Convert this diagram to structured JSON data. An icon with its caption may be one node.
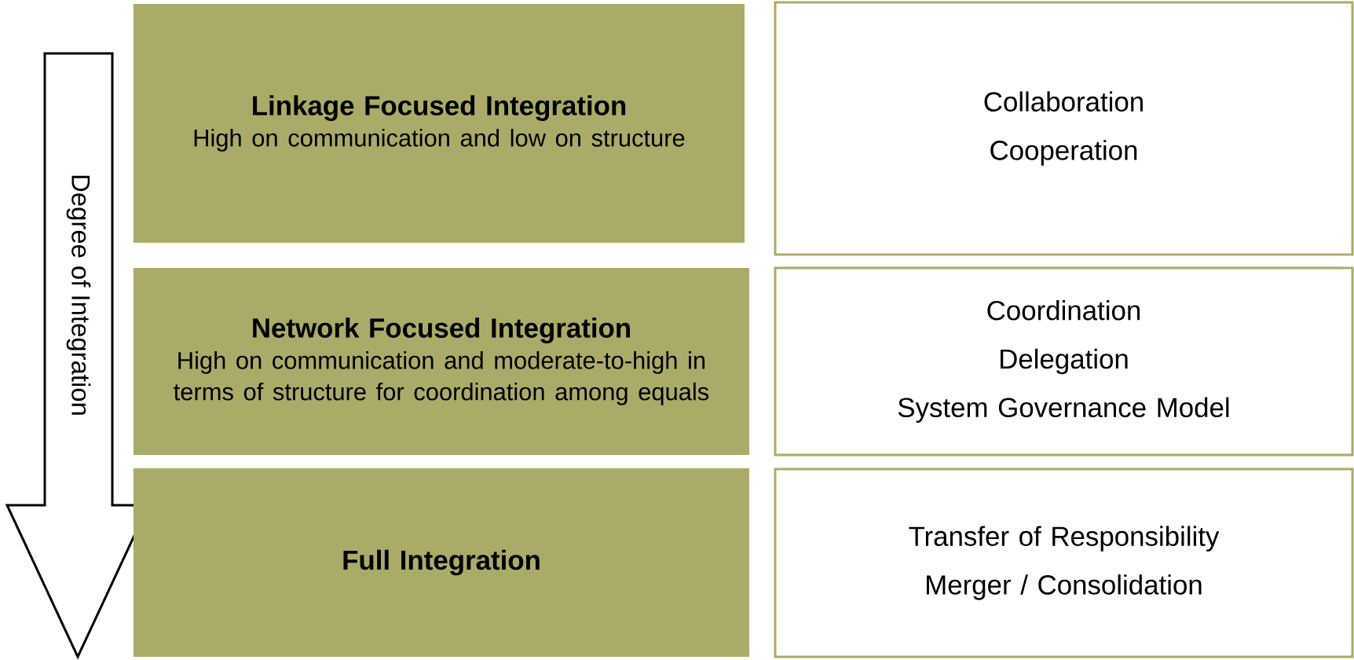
{
  "diagram": {
    "nodes": [
      {
        "text": [
          "Degree of Integration"
        ]
      },
      {
        "text": [
          "Linkage Focused Integration",
          "High on communication and low on structure"
        ]
      },
      {
        "text": [
          "Collaboration",
          "Cooperation"
        ]
      },
      {
        "text": [
          "Network Focused Integration",
          "High on communication and moderate-to-high in terms of structure for coordination among equals"
        ]
      },
      {
        "text": [
          "Coordination",
          "Delegation",
          "System Governance Model"
        ]
      },
      {
        "text": [
          "Full Integration"
        ]
      },
      {
        "text": [
          "Transfer of Responsibility",
          "Merger / Consolidation"
        ]
      }
    ]
  }
}
